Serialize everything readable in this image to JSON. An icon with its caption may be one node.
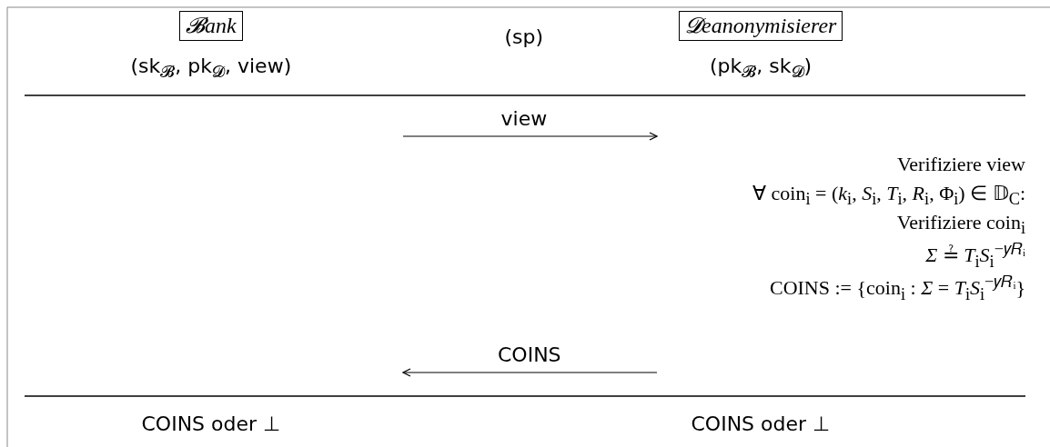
{
  "diagram": {
    "nodes": [
      {
        "text": [
          "𝓑ank"
        ],
        "beside": [
          "(sk$_{𝓑}$, pk$_{𝓓}$, view)"
        ]
      },
      {
        "text": [
          "𝓓eanonymisierer"
        ],
        "beside": [
          "(pk$_{𝓑}$, sk$_{𝓓}$)"
        ]
      }
    ],
    "edges": [],
    "labels": [
      "(sp)",
      "view",
      "Verifiziere view",
      "∀ coin$_{i}$ = (*k*$_{i}$, *S*$_{i}$, *T*$_{i}$, *R*$_{i}$, Φ$_{i}$) ∈ 𝔻$_{C}$:",
      "Verifiziere coin$_{i}$",
      "*Σ* ≟ *T*$_{i}$*S*$_{i}$$^{−𝑦𝑅ᵢ}$",
      "COINS := {coin$_{i}$ : *Σ* = *T*$_{i}$*S*$_{i}$$^{−𝑦𝑅ᵢ}$}",
      "COINS",
      "COINS oder ⊥",
      "COINS oder ⊥"
    ]
  }
}
